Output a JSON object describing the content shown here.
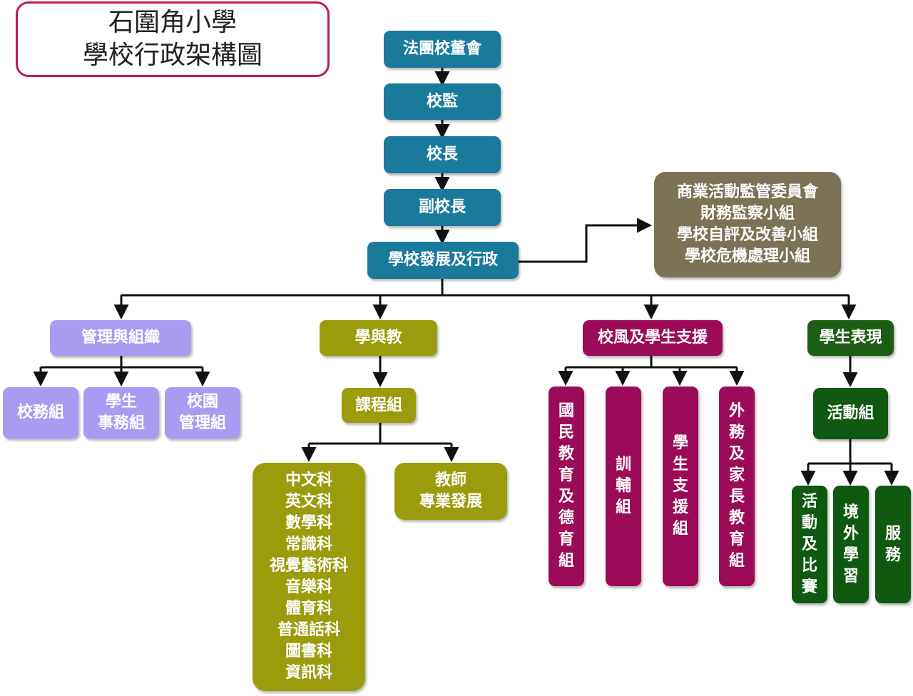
{
  "title": {
    "line1": "石圍角小學",
    "line2": "學校行政架構圖"
  },
  "colors": {
    "governance": "#1a7a9c",
    "committees": "#7c7357",
    "management": "#a89cf2",
    "learning": "#9a9c0b",
    "student_support": "#9c0b57",
    "performance": "#1d5e15",
    "title_border": "#c2185b"
  },
  "governance": {
    "sponsor": "法團校董會",
    "supervisor": "校監",
    "principal": "校長",
    "vice_principal": "副校長",
    "development": "學校發展及行政"
  },
  "committees": [
    "商業活動監管委員會",
    "財務監察小組",
    "學校自評及改善小組",
    "學校危機處理小組"
  ],
  "management": {
    "label": "管理與組織",
    "groups": [
      "校務組",
      "學生\n事務組",
      "校園\n管理組"
    ]
  },
  "learning": {
    "label": "學與教",
    "curriculum": "課程組",
    "subjects": [
      "中文科",
      "英文科",
      "數學科",
      "常識科",
      "視覺藝術科",
      "音樂科",
      "體育科",
      "普通話科",
      "圖書科",
      "資訊科"
    ],
    "teacher_dev": "教師\n專業發展"
  },
  "student_support": {
    "label": "校風及學生支援",
    "groups": [
      "國民教育及德育組",
      "訓輔組",
      "學生支援組",
      "外務及家長教育組"
    ]
  },
  "performance": {
    "label": "學生表現",
    "activity": "活動組",
    "groups": [
      "活動及比賽",
      "境外學習",
      "服務"
    ]
  }
}
